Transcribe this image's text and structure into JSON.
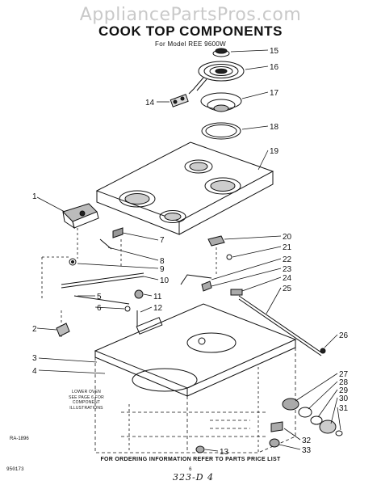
{
  "watermark": "AppliancePartsPros.com",
  "title": "COOK TOP COMPONENTS",
  "subtitle": "For Model REE 9600W",
  "note": "LOWER OVEN\nSEE PAGE 6 FOR\nCOMPONENT\nILLUSTRATIONS",
  "footer": "FOR ORDERING INFORMATION REFER TO PARTS PRICE LIST",
  "figure_code": "RA-1896",
  "page_code_left": "950173",
  "page_code_mid": "6",
  "handwritten_mark": "323-D 4",
  "callouts": [
    "15",
    "16",
    "14",
    "17",
    "18",
    "19",
    "1",
    "2",
    "3",
    "4",
    "5",
    "6",
    "7",
    "8",
    "9",
    "10",
    "11",
    "12",
    "13",
    "20",
    "21",
    "22",
    "23",
    "24",
    "25",
    "26",
    "27",
    "28",
    "29",
    "30",
    "31",
    "32",
    "33"
  ]
}
